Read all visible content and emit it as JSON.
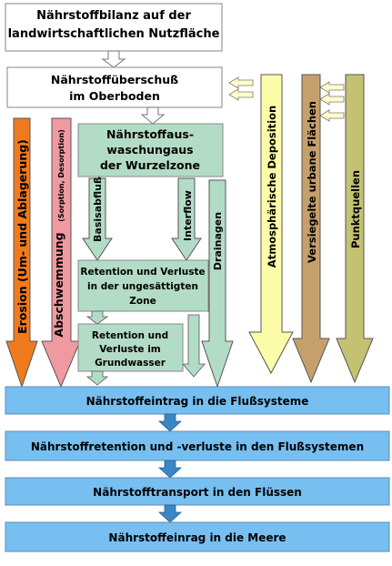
{
  "boxes": {
    "bilanz": [
      "Nährstoffbilanz auf der",
      "landwirtschaftlichen Nutzfläche"
    ],
    "ueberschuss": [
      "Nährstoffüberschuß",
      "im Oberboden"
    ],
    "auswaschung": [
      "Nährstoffaus-",
      "waschungaus",
      "der Wurzelzone"
    ],
    "retention_unges": [
      "Retention und Verluste",
      "in der ungesättigten",
      "Zone"
    ],
    "retention_grund": [
      "Retention und",
      "Verluste im",
      "Grundwasser"
    ],
    "eintrag_fluss": "Nährstoffeintrag in die Flußsysteme",
    "retention_fluss": "Nährstoffretention und -verluste in den Flußsystemen",
    "transport": "Nährstofftransport in den Flüssen",
    "eintrag_meere": "Nährstoffeinrag in die Meere"
  },
  "arrows": {
    "erosion": "Erosion (Um- und Ablagerung)",
    "abschwemmung": "Abschwemmung",
    "abschwemmung_sub": "(Sorption, Desorption)",
    "basisabfluss": "Basisabfluß",
    "interflow": "Interflow",
    "drainagen": "Drainagen",
    "atmosphaerisch": "Atmosphärische Deposition",
    "urban": "Versiegelte urbane Flächen",
    "punktquellen": "Punktquellen"
  },
  "colors": {
    "box_green": "#b3dcc7",
    "bottom_blue": "#76bff0",
    "erosion_orange": "#ef7b1e",
    "abschwemmung_pink": "#ef9aa0",
    "atmos_yellow": "#fdfca8",
    "urban_brown": "#c6a06c",
    "punkt_olive": "#c4c172",
    "basis_green": "#b3dcc7",
    "small_arrow": "#ffffcc"
  }
}
